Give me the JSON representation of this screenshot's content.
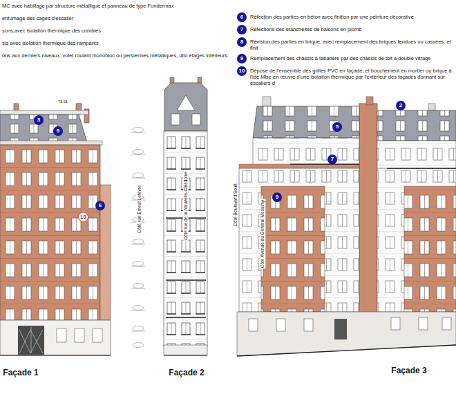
{
  "diagram": {
    "labels": [
      "6",
      "7",
      "8",
      "9",
      "10",
      "73,31",
      "3",
      "9",
      "6",
      "10",
      "Côté rue Ernest Lefèvre",
      "Côté rue de la Nouvelle-Calédonie",
      "Côté Boulevard Soult",
      "Côté Avenue du Général Messimy",
      "2",
      "5",
      "7",
      "9",
      "Façade 1",
      "Façade 2",
      "Façade 3"
    ],
    "legend": [
      {
        "text": "MC avec habillage par structure métallique et panneau de type Fundermax"
      },
      {
        "text": "enfumage des cages d'escalier"
      },
      {
        "text": "sons,avec isolation thermique des combles"
      },
      {
        "text": "sis avec isolation thermique des rampants"
      },
      {
        "text": "ons aux derniers niveaux: volet roulant monobloc ou persiennes métalliques, dito étages inférieurs."
      },
      {
        "text": "Réfection des parties en béton avec finition par une peinture décorative"
      },
      {
        "text": "Réfections des étanchéités de balcons en plomb"
      },
      {
        "text": "Révision des parties en brique, avec remplacement des briques fendues ou cassées, et finit"
      },
      {
        "text": "Remplacement des châssis à tabatière par des châssis de toit à double vitrage"
      },
      {
        "text": "Dépose de l'ensemble des grilles PVC en façade, et bouchement en mortier ou brique à l'ide Mise en œuvre d'une isolation thermique par l'extérieur des façades donnant sur escaliers d"
      }
    ]
  }
}
